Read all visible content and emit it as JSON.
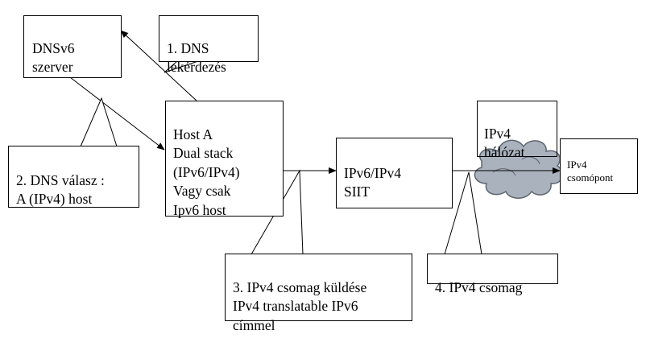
{
  "diagram": {
    "colors": {
      "line": "#000000",
      "cloud_fill": "#a9b2bd",
      "cloud_stroke": "#5f6670",
      "background": "#ffffff"
    },
    "boxes": {
      "dnsv6_server": "DNSv6\nszerver",
      "host_a": "Host A\nDual stack\n(IPv6/IPv4)\nVagy csak\nIpv6 host",
      "siit": "IPv6/IPv4\nSIIT",
      "ipv4_node": "IPv4\ncsomópont",
      "ipv4_network": "IPv4\nhálózat"
    },
    "callouts": {
      "dns_query": "1. DNS\nlekérdezés",
      "dns_answer": "2. DNS válasz :\nA (IPv4) host",
      "ipv4_packet_send": "3. IPv4 csomag  küldése\nIPv4 translatable IPv6\ncímmel",
      "ipv4_packet": "4. IPv4 csomag"
    }
  }
}
